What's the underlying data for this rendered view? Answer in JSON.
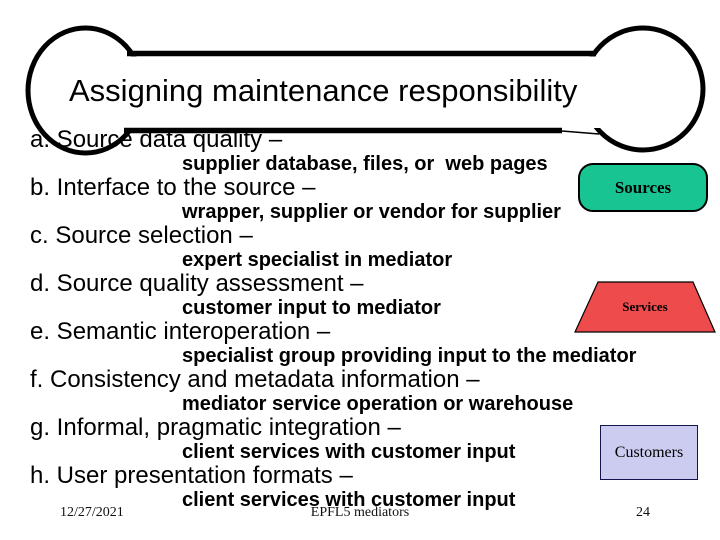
{
  "slide": {
    "title": "Assigning maintenance responsibility",
    "items": [
      {
        "label": "a. Source data quality –",
        "detail": "supplier database, files, or  web pages"
      },
      {
        "label": "b. Interface to the source –",
        "detail": "wrapper, supplier or vendor for supplier"
      },
      {
        "label": "c. Source selection –",
        "detail": "expert specialist in mediator"
      },
      {
        "label": "d. Source quality assessment –",
        "detail": "customer input to mediator"
      },
      {
        "label": "e. Semantic interoperation –",
        "detail": "specialist group providing input to the mediator"
      },
      {
        "label": "f. Consistency and metadata information –",
        "detail": "mediator service operation or warehouse"
      },
      {
        "label": "g. Informal, pragmatic integration –",
        "detail": "client services with customer input"
      },
      {
        "label": "h. User presentation formats –",
        "detail": "client services with customer input"
      }
    ],
    "shapes": {
      "sources": {
        "label": "Sources",
        "color": "#18c492"
      },
      "services": {
        "label": "Services",
        "color": "#ee4c4c"
      },
      "customers": {
        "label": "Customers",
        "color": "#ccccf0"
      }
    },
    "footer": {
      "date": "12/27/2021",
      "center": "EPFL5 mediators",
      "page": "24"
    }
  }
}
